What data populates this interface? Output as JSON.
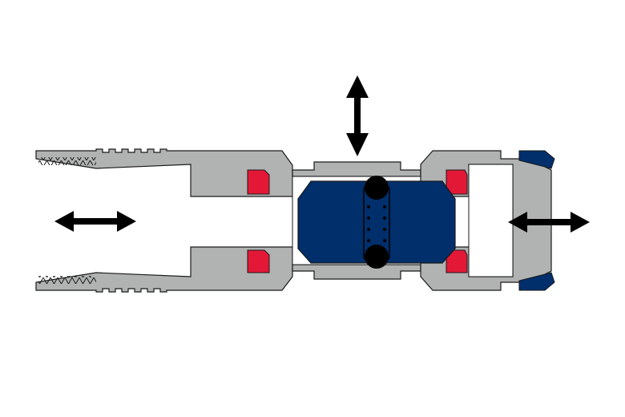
{
  "diagram": {
    "subject": "fitting-cross-section",
    "colors": {
      "body": "#b1b3b3",
      "body_stroke": "#1a1a1a",
      "seal": "#e31837",
      "core": "#002f6c",
      "ball": "#000000",
      "arrow": "#000000",
      "background": "#ffffff"
    },
    "arrows": [
      {
        "name": "left-axial-arrow",
        "direction": "horizontal"
      },
      {
        "name": "top-radial-arrow",
        "direction": "vertical"
      },
      {
        "name": "right-axial-arrow",
        "direction": "horizontal"
      }
    ],
    "components": [
      "threaded-left-body",
      "center-sleeve",
      "right-body",
      "blue-cap",
      "blue-core",
      "red-seals",
      "ball-bearings"
    ]
  }
}
